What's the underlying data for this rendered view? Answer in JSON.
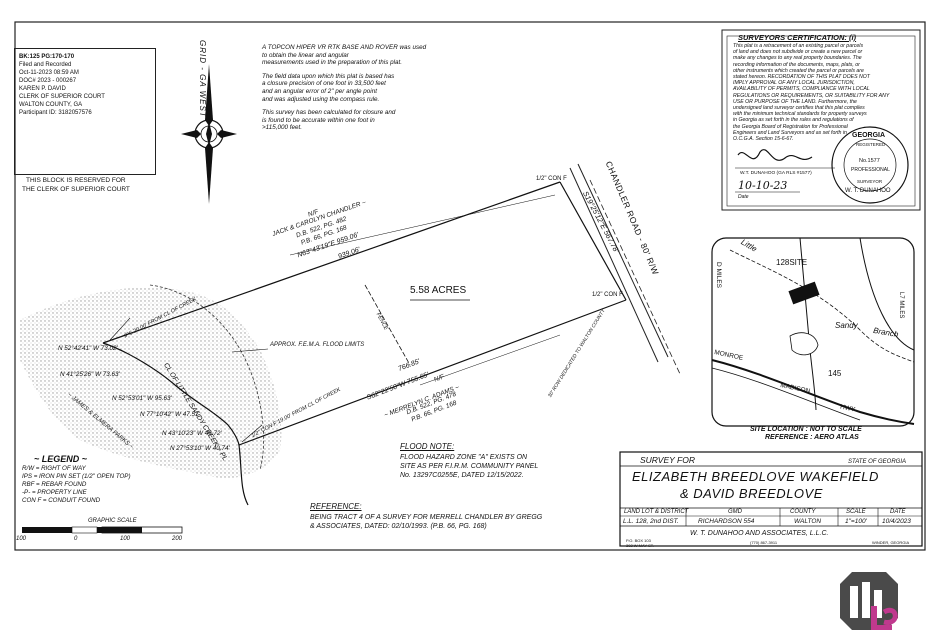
{
  "recording": {
    "lines": [
      "BK:125 PG:170-170",
      "Filed and Recorded",
      "Oct-11-2023 08:59 AM",
      "DOC# 2023 - 000267",
      "KAREN P. DAVID",
      "CLERK OF SUPERIOR COURT",
      "WALTON COUNTY, GA",
      "Participant ID: 3182057576"
    ],
    "reserved_note_1": "THIS BLOCK IS RESERVED FOR",
    "reserved_note_2": "THE CLERK OF SUPERIOR COURT"
  },
  "north_arrow": {
    "label": "GRID - GA WEST"
  },
  "notes": {
    "lines": [
      "A TOPCON HIPER VR RTK BASE AND ROVER was used",
      "to obtain the linear and angular",
      "measurements used in the preparation of this plat.",
      "",
      "The field data upon which this plat is based has",
      "a closure precision of one foot in 33,500 feet",
      "and an angular error of 2\" per angle point",
      "and was adjusted using the compass rule.",
      "",
      "This survey has been calculated for closure and",
      "is found to be accurate within one foot in",
      ">115,000 feet."
    ]
  },
  "certification": {
    "title": "SURVEYORS CERTIFICATION: (i)",
    "lines": [
      "This plat is a retracement of an existing parcel or parcels",
      "of land and does not subdivide or create a new parcel or",
      "make any changes to any real property boundaries. The",
      "recording information of the documents, maps, plats, or",
      "other instruments which created the parcel or parcels are",
      "stated hereon. RECORDATION OF THIS PLAT DOES NOT",
      "IMPLY APPROVAL OF ANY LOCAL JURISDICTION,",
      "AVAILABILITY OF PERMITS, COMPLIANCE WITH LOCAL",
      "REGULATIONS OR REQUIREMENTS, OR SUITABILITY FOR ANY",
      "USE OR PURPOSE OF THE LAND. Furthermore, the",
      "undersigned land surveyor certifies that this plat complies",
      "with the minimum technical standards for property surveys",
      "in Georgia as set forth in the rules and regulations of",
      "the Georgia Board of Registration for Professional",
      "Engineers and Land Surveyors and as set forth in",
      "O.C.G.A. Section 15-6-67."
    ],
    "signer": "W.T. DUNAHOO (GA RLS #1577)",
    "date_value": "10-10-23",
    "date_label": "Date",
    "seal": {
      "state": "GEORGIA",
      "registered": "REGISTERED",
      "number": "No.1577",
      "professional": "PROFESSIONAL",
      "surveyor": "SURVEYOR",
      "name": "W. T. DUNAHOO"
    }
  },
  "location_map": {
    "labels": {
      "little": "Little",
      "site": "128SITE",
      "sandy": "Sandy",
      "branch": "Branch",
      "d_miles": "D MILES",
      "monroe": "MONROE",
      "madison": "MADISON",
      "hwy": "HWY",
      "number_145": "145",
      "right_road": "L7 MILES"
    },
    "caption_1": "SITE LOCATION : NOT TO SCALE",
    "caption_2": "REFERENCE : AERO ATLAS"
  },
  "plat": {
    "acreage": "5.58 ACRES",
    "road": "CHANDLER ROAD - 80' R/W",
    "north_owner": "N/F",
    "north_owner_name": "JACK & CAROLYN CHANDLER ~",
    "north_owner_db": "D.B. 522, PG. 482",
    "north_owner_pb": "P.B. 66, PG. 168",
    "north_bearing": "N63°43'19\"E 959.06'",
    "north_sub": "939.06'",
    "south_owner": "N/F",
    "south_owner_name": "~ MERRELYN C. ADAMS ~",
    "south_owner_db": "D.B. 522, PG. 478",
    "south_owner_pb": "P.B. 66, PG. 168",
    "south_bearing": "S62°22'50\"W 755.65'",
    "south_sub": "766.85'",
    "east_bearing": "S19°25'12\"E 567.78'",
    "con_ne": "1/2\" CON F",
    "con_se": "1/2\" CON F",
    "fence": "FENCE",
    "ips_top": "IPS 20.00' FROM CL OF CREEK",
    "ips_bottom": "1/2\" CON F 19.00' FROM CL OF CREEK",
    "creek": "CL OF LITTLE SANDY CREEK ~ PL",
    "fema": "APPROX. F.E.M.A. FLOOD LIMITS",
    "right_of_way_note": "30' ROW DEDICATED TO WALTON COUNTY",
    "creek_owner": "~ JAMES & ELMERA PARKS ~",
    "creek_calls": [
      "N 52°42'41\" W 73.02'",
      "N 41°25'26\" W 73.63'",
      "N 52°53'01\" W 95.63'",
      "N 77°10'42\" W 47.57'",
      "N 43°10'23\" W 46.72'",
      "N 27°53'10\" W 40.74'"
    ]
  },
  "legend": {
    "title": "~ LEGEND ~",
    "items": [
      "R/W = RIGHT OF WAY",
      "IPS = IRON PIN SET (1/2\" OPEN TOP)",
      "RBF = REBAR FOUND",
      "-P- = PROPERTY LINE",
      "CON F = CONDUIT FOUND"
    ]
  },
  "graphic_scale": {
    "title": "GRAPHIC SCALE",
    "ticks": [
      "100",
      "0",
      "100",
      "200"
    ]
  },
  "flood_note": {
    "title": "FLOOD NOTE:",
    "lines": [
      "FLOOD HAZARD ZONE \"A\" EXISTS ON",
      "SITE AS PER F.I.R.M. COMMUNITY PANEL",
      "No. 13297C0255E, DATED 12/15/2022."
    ]
  },
  "reference": {
    "title": "REFERENCE:",
    "line1": "BEING TRACT 4 OF A SURVEY FOR MERRELL CHANDLER BY GREGG",
    "line2": "& ASSOCIATES, DATED: 02/10/1993. (P.B. 66, PG. 168)"
  },
  "title_block": {
    "survey_for": "SURVEY FOR",
    "state": "STATE OF GEORGIA",
    "name1": "ELIZABETH BREEDLOVE WAKEFIELD",
    "name2": "& DAVID BREEDLOVE",
    "headers": [
      "LAND LOT & DISTRICT",
      "GMD",
      "COUNTY",
      "SCALE",
      "DATE"
    ],
    "values": [
      "L.L. 128, 2nd DIST.",
      "RICHARDSON 554",
      "WALTON",
      "1\"=100'",
      "10/4/2023"
    ],
    "firm": "W. T. DUNAHOO AND ASSOCIATES, L.L.C.",
    "address1": "P.O. BOX 103",
    "address2": "302 W MAY ST.",
    "phone": "(770) 867-3911",
    "city": "WINDER, GEORGIA"
  },
  "colors": {
    "ink": "#111111",
    "stipple": "#b8b8b8",
    "logo_dark": "#3a3a3a",
    "logo_accent": "#c0398e"
  }
}
